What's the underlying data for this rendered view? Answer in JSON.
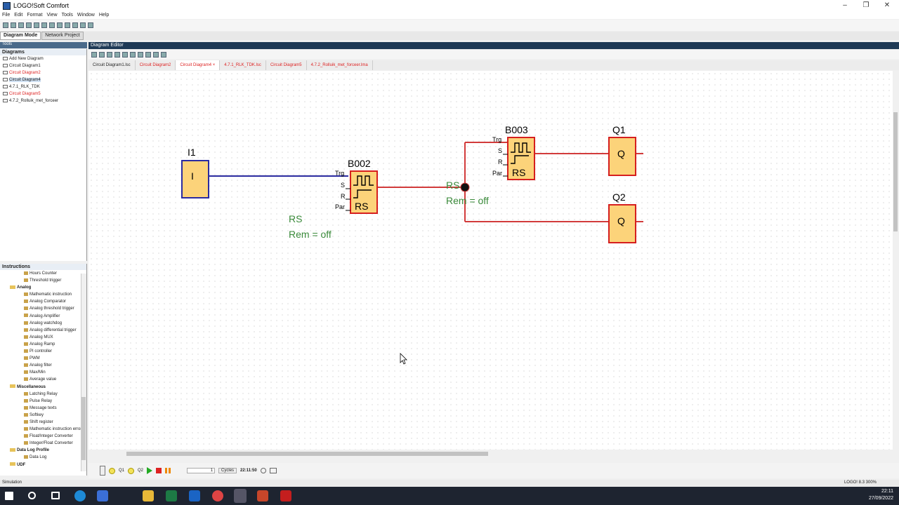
{
  "window": {
    "title": "LOGO!Soft Comfort"
  },
  "menu": [
    "File",
    "Edit",
    "Format",
    "View",
    "Tools",
    "Window",
    "Help"
  ],
  "modes": [
    "Diagram Mode",
    "Network Project"
  ],
  "tools_header": "Tools",
  "diagrams": {
    "title": "Diagrams",
    "items": [
      {
        "label": "Add New Diagram",
        "status": "normal"
      },
      {
        "label": "Circuit Diagram1",
        "status": "normal"
      },
      {
        "label": "Circuit Diagram2",
        "status": "red"
      },
      {
        "label": "Circuit Diagram4",
        "status": "selected"
      },
      {
        "label": "4.7.1_RLK_TDK",
        "status": "normal"
      },
      {
        "label": "Circuit Diagram5",
        "status": "red"
      },
      {
        "label": "4.7.2_Rolluik_met_forceer",
        "status": "normal"
      }
    ]
  },
  "instructions": {
    "title": "Instructions",
    "items": [
      {
        "label": "Hours Counter",
        "folder": false
      },
      {
        "label": "Threshold trigger",
        "folder": false
      },
      {
        "label": "Analog",
        "folder": true
      },
      {
        "label": "Mathematic instruction",
        "folder": false
      },
      {
        "label": "Analog Comparator",
        "folder": false
      },
      {
        "label": "Analog threshold trigger",
        "folder": false
      },
      {
        "label": "Analog Amplifier",
        "folder": false
      },
      {
        "label": "Analog watchdog",
        "folder": false
      },
      {
        "label": "Analog differential trigger",
        "folder": false
      },
      {
        "label": "Analog MUX",
        "folder": false
      },
      {
        "label": "Analog Ramp",
        "folder": false
      },
      {
        "label": "PI controller",
        "folder": false
      },
      {
        "label": "PWM",
        "folder": false
      },
      {
        "label": "Analog filter",
        "folder": false
      },
      {
        "label": "Max/Min",
        "folder": false
      },
      {
        "label": "Average value",
        "folder": false
      },
      {
        "label": "Miscellaneous",
        "folder": true
      },
      {
        "label": "Latching Relay",
        "folder": false
      },
      {
        "label": "Pulse Relay",
        "folder": false
      },
      {
        "label": "Message texts",
        "folder": false
      },
      {
        "label": "Softkey",
        "folder": false
      },
      {
        "label": "Shift register",
        "folder": false
      },
      {
        "label": "Mathematic instruction error",
        "folder": false
      },
      {
        "label": "Float/Integer Converter",
        "folder": false
      },
      {
        "label": "Integer/Float Converter",
        "folder": false
      },
      {
        "label": "Data Log Profile",
        "folder": true
      },
      {
        "label": "Data Log",
        "folder": false
      },
      {
        "label": "UDF",
        "folder": true
      }
    ]
  },
  "editor": {
    "title": "Diagram Editor",
    "tabs": [
      {
        "label": "Circuit Diagram1.lsc",
        "red": false,
        "active": false
      },
      {
        "label": "Circuit Diagram2",
        "red": true,
        "active": false
      },
      {
        "label": "Circuit Diagram4",
        "red": true,
        "active": true
      },
      {
        "label": "4.7.1_RLK_TDK.lsc",
        "red": true,
        "active": false
      },
      {
        "label": "Circuit Diagram5",
        "red": true,
        "active": false
      },
      {
        "label": "4.7.2_Rolluik_met_forceer.lma",
        "red": true,
        "active": false
      }
    ]
  },
  "diagram": {
    "input": {
      "name": "I1",
      "symbol": "I"
    },
    "block1": {
      "name": "B002",
      "pins": [
        "Trg",
        "S",
        "R",
        "Par"
      ],
      "func": "RS"
    },
    "block2": {
      "name": "B003",
      "pins": [
        "Trg",
        "S",
        "R",
        "Par"
      ],
      "func": "RS"
    },
    "out1": {
      "name": "Q1",
      "symbol": "Q"
    },
    "out2": {
      "name": "Q2",
      "symbol": "Q"
    },
    "comment1": {
      "line1": "RS",
      "line2": "Rem = off"
    },
    "comment2": {
      "line1": "RS",
      "line2": "Rem = off"
    }
  },
  "sim": {
    "cycles_label": "Cycles",
    "cycles_value": "1",
    "time": "22:11:50",
    "q1": "Q1",
    "q2": "Q2"
  },
  "status": {
    "left": "Simulation",
    "right": "LOGO! 8.3 300%"
  },
  "clock": {
    "time": "22:11",
    "date": "27/09/2022"
  },
  "colors": {
    "wire_red": "#d23b3b",
    "wire_blue": "#2b2ba0",
    "block_fill": "#fcd37a",
    "block_border": "#d61f1f",
    "comment_green": "#3a8a3a"
  }
}
